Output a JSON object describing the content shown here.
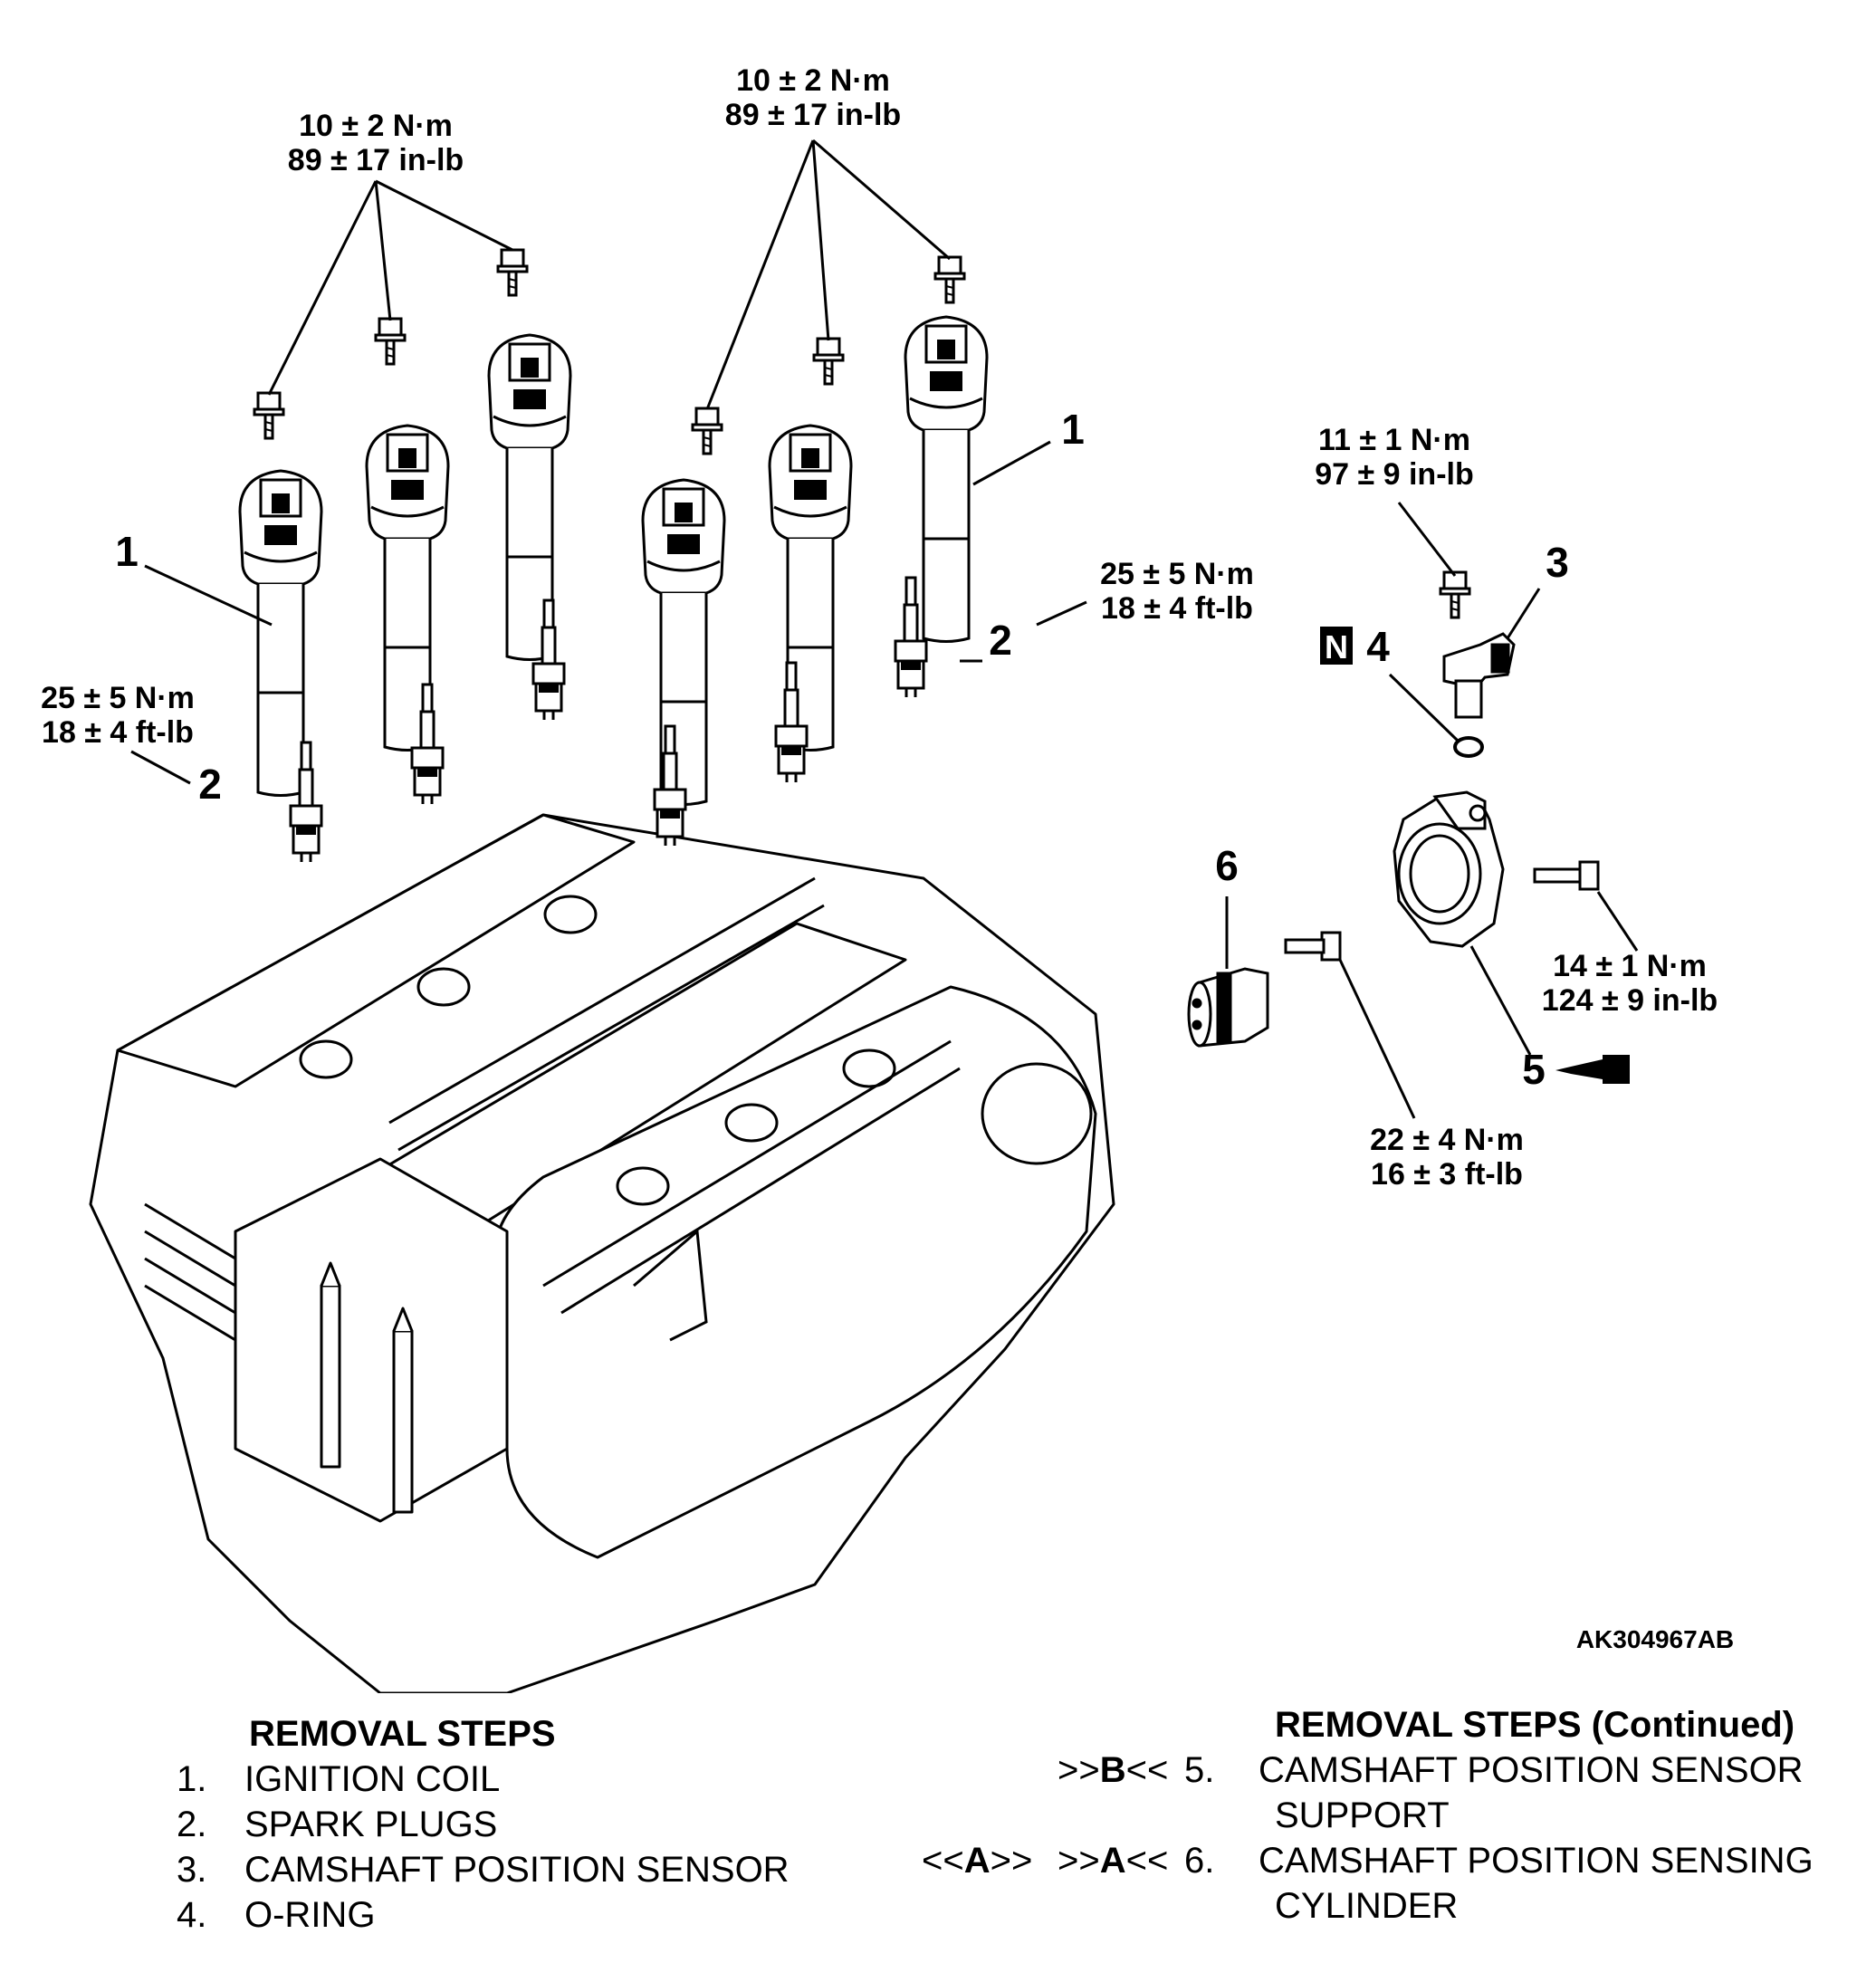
{
  "callouts": {
    "coil_bolts_left": {
      "nm": "10 ± 2 N·m",
      "imp": "89 ± 17 in-lb"
    },
    "coil_bolts_right": {
      "nm": "10 ± 2 N·m",
      "imp": "89 ± 17 in-lb"
    },
    "sensor_bolt": {
      "nm": "11 ± 1 N·m",
      "imp": "97 ± 9 in-lb"
    },
    "plugs_right": {
      "nm": "25 ± 5 N·m",
      "imp": "18 ± 4 ft-lb"
    },
    "plugs_left": {
      "nm": "25 ± 5 N·m",
      "imp": "18 ± 4 ft-lb"
    },
    "support_bolt": {
      "nm": "14 ± 1 N·m",
      "imp": "124 ± 9 in-lb"
    },
    "cylinder_bolt": {
      "nm": "22 ± 4 N·m",
      "imp": "16 ± 3 ft-lb"
    }
  },
  "part_numbers": {
    "coil_left": "1",
    "coil_right": "1",
    "plug_left": "2",
    "plug_right": "2",
    "sensor": "3",
    "oring": "4",
    "support": "5",
    "cylinder": "6"
  },
  "new_part_badge": "N",
  "figure_id": "AK304967AB",
  "removal_steps": {
    "heading": "REMOVAL STEPS",
    "items": [
      {
        "num": "1.",
        "text": "IGNITION COIL"
      },
      {
        "num": "2.",
        "text": "SPARK PLUGS"
      },
      {
        "num": "3.",
        "text": "CAMSHAFT POSITION SENSOR"
      },
      {
        "num": "4.",
        "text": "O-RING"
      }
    ]
  },
  "removal_steps_cont": {
    "heading": "REMOVAL STEPS (Continued)",
    "items": [
      {
        "pre1": "",
        "pre1_letter": "",
        "pre1_post": "",
        "pre2": ">>",
        "pre2_letter": "B",
        "pre2_post": "<<",
        "num": "5.",
        "line1": "CAMSHAFT POSITION SENSOR",
        "line2": "SUPPORT"
      },
      {
        "pre1": "<<",
        "pre1_letter": "A",
        "pre1_post": ">>",
        "pre2": ">>",
        "pre2_letter": "A",
        "pre2_post": "<<",
        "num": "6.",
        "line1": "CAMSHAFT POSITION SENSING",
        "line2": "CYLINDER"
      }
    ]
  }
}
